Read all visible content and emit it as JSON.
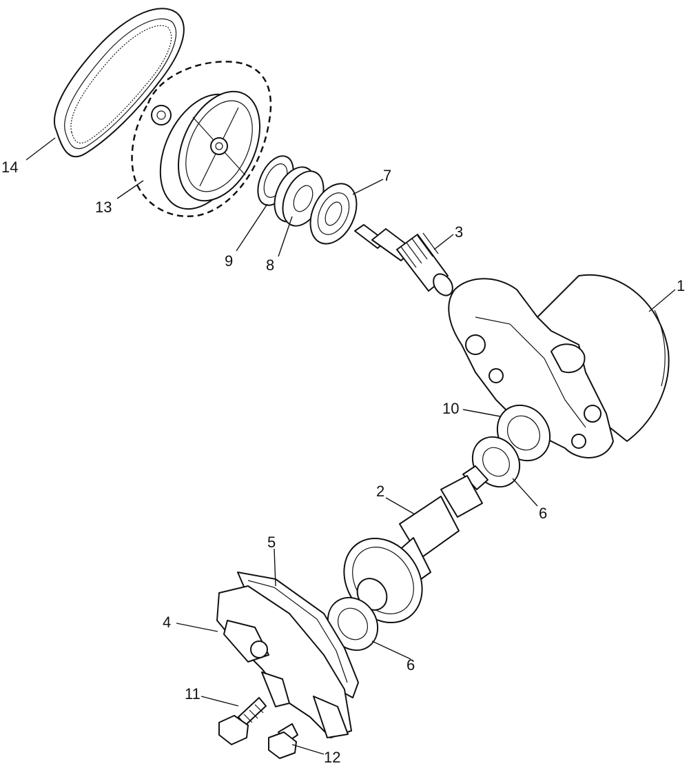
{
  "callouts": {
    "n1": "1",
    "n2": "2",
    "n3": "3",
    "n4": "4",
    "n5": "5",
    "n6a": "6",
    "n6b": "6",
    "n7": "7",
    "n8": "8",
    "n9": "9",
    "n10": "10",
    "n11": "11",
    "n12": "12",
    "n13": "13",
    "n14": "14"
  },
  "colors": {
    "line": "#111111",
    "background": "#ffffff"
  }
}
